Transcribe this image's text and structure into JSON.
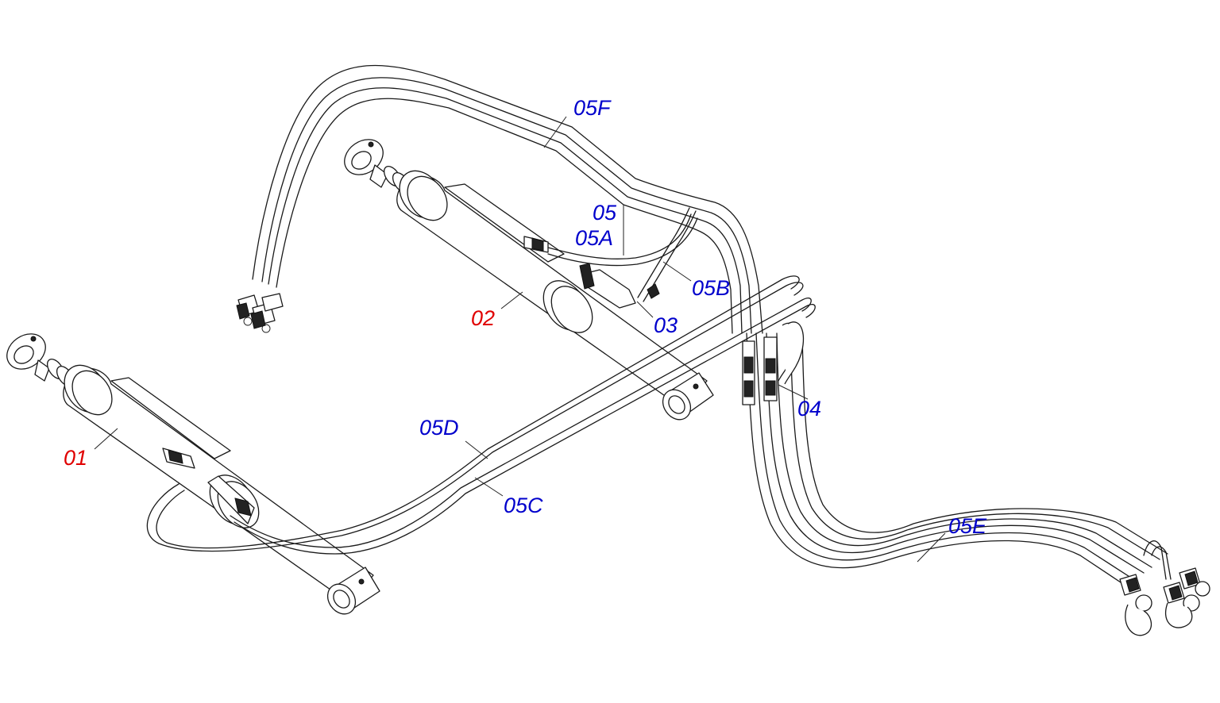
{
  "diagram": {
    "colors": {
      "part_label": "#e00000",
      "hose_label": "#0000cc",
      "line": "#1a1a1a"
    },
    "callouts": [
      {
        "id": "01",
        "text": "01",
        "kind": "part"
      },
      {
        "id": "02",
        "text": "02",
        "kind": "part"
      },
      {
        "id": "03",
        "text": "03",
        "kind": "hose"
      },
      {
        "id": "04",
        "text": "04",
        "kind": "hose"
      },
      {
        "id": "05",
        "text": "05",
        "kind": "hose"
      },
      {
        "id": "05A",
        "text": "05A",
        "kind": "hose"
      },
      {
        "id": "05B",
        "text": "05B",
        "kind": "hose"
      },
      {
        "id": "05C",
        "text": "05C",
        "kind": "hose"
      },
      {
        "id": "05D",
        "text": "05D",
        "kind": "hose"
      },
      {
        "id": "05E",
        "text": "05E",
        "kind": "hose"
      },
      {
        "id": "05F",
        "text": "05F",
        "kind": "hose"
      }
    ]
  }
}
